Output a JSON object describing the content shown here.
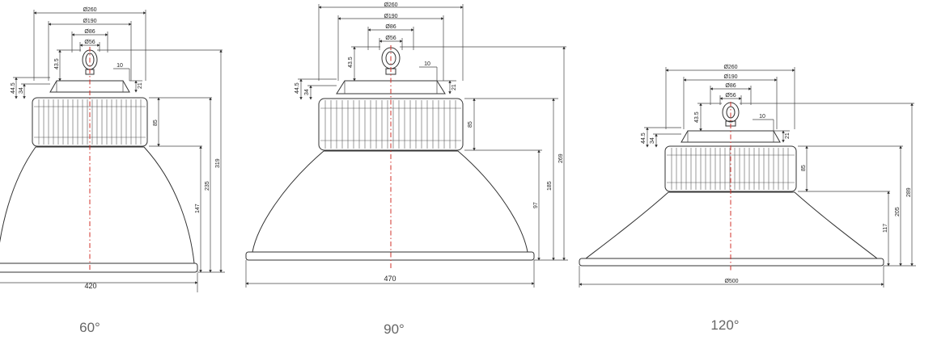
{
  "drawings": [
    {
      "id": "lamp-60",
      "beam_angle": "60°",
      "dims": {
        "d_top": "Ø260",
        "d_190": "Ø190",
        "d_86": "Ø86",
        "d_56": "Ø56",
        "h_10": "10",
        "h_21": "21",
        "h_445": "44.5",
        "h_34": "34",
        "h_435": "43.5",
        "h_85": "85",
        "h_147": "147",
        "h_235": "235",
        "h_total": "319",
        "width": "420"
      }
    },
    {
      "id": "lamp-90",
      "beam_angle": "90°",
      "dims": {
        "d_top": "Ø260",
        "d_190": "Ø190",
        "d_86": "Ø86",
        "d_56": "Ø56",
        "h_10": "10",
        "h_21": "21",
        "h_445": "44.5",
        "h_34": "34",
        "h_435": "43.5",
        "h_85": "85",
        "h_147": "97",
        "h_235": "185",
        "h_total": "269",
        "width": "470"
      }
    },
    {
      "id": "lamp-120",
      "beam_angle": "120°",
      "dims": {
        "d_top": "Ø260",
        "d_190": "Ø190",
        "d_86": "Ø86",
        "d_56": "Ø56",
        "h_10": "10",
        "h_21": "21",
        "h_445": "44.5",
        "h_34": "34",
        "h_435": "43.5",
        "h_85": "85",
        "h_147": "117",
        "h_235": "205",
        "h_total": "289",
        "width": "Ø500"
      }
    }
  ],
  "colors": {
    "line": "#333333",
    "centerline": "#d0302a",
    "caption": "#666666"
  }
}
